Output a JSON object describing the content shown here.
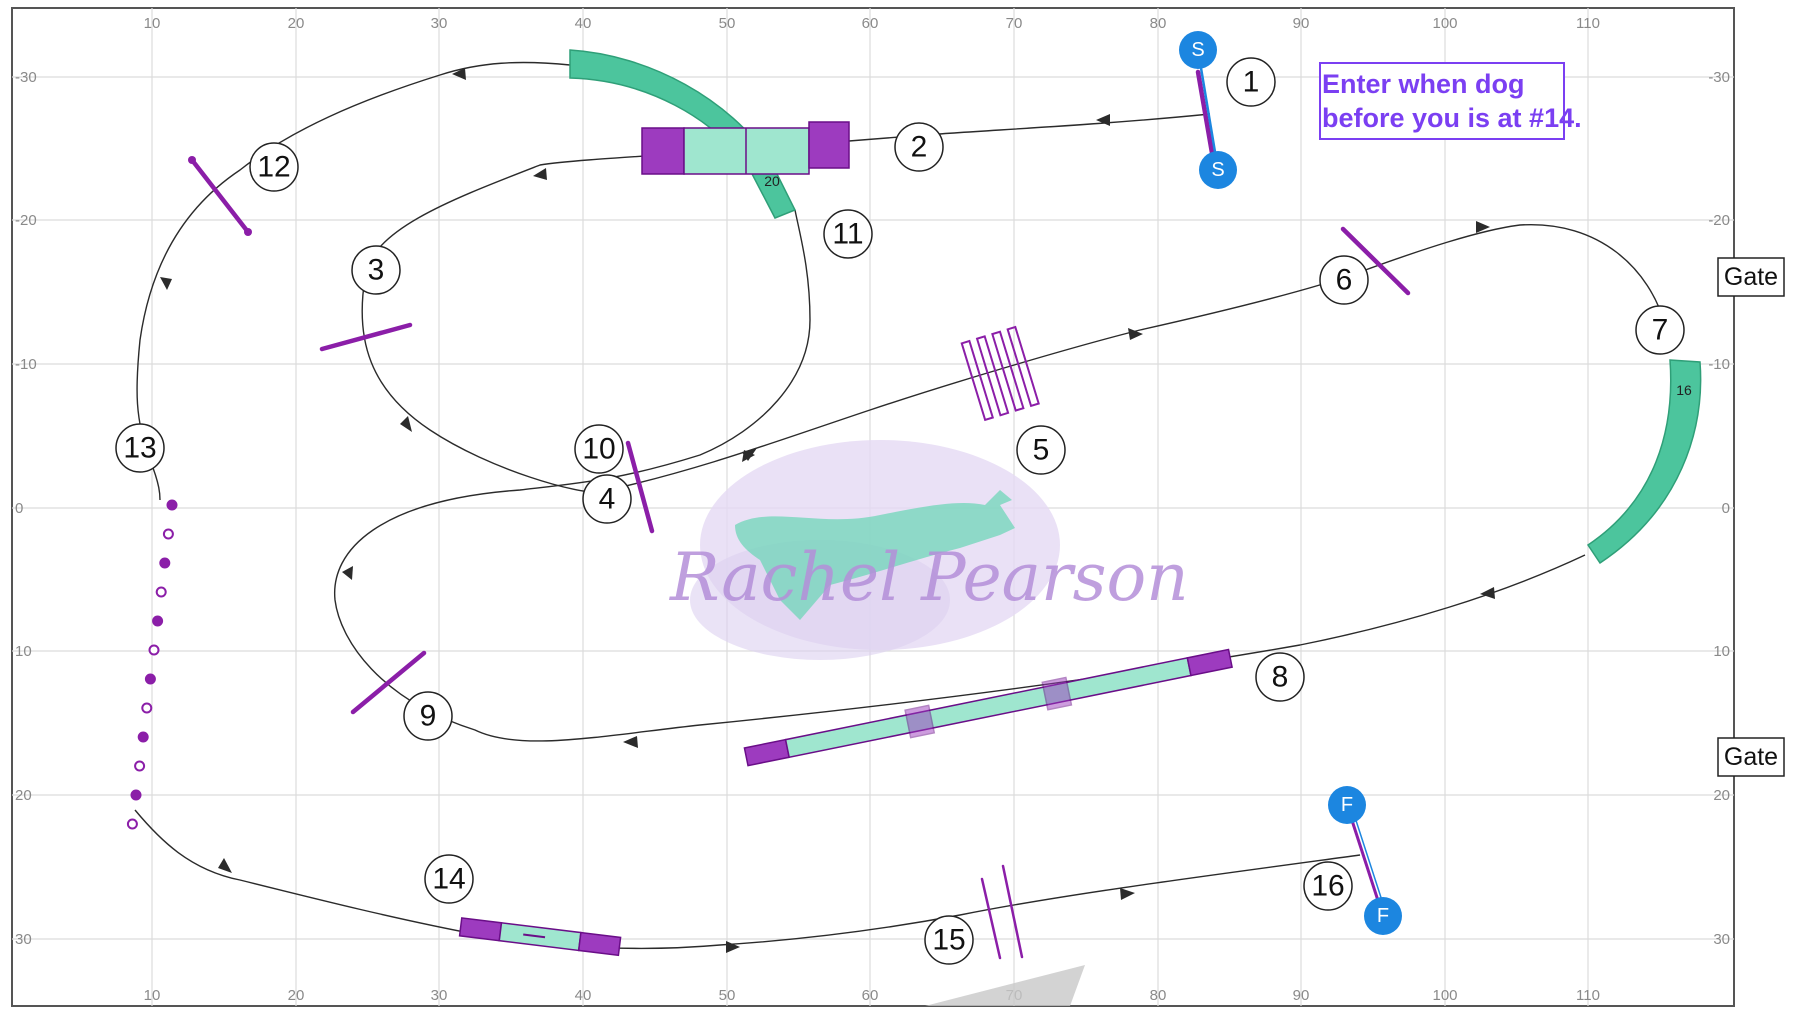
{
  "axis": {
    "x_ticks": [
      "10",
      "20",
      "30",
      "40",
      "50",
      "60",
      "70",
      "80",
      "90",
      "100",
      "110"
    ],
    "y_left_ticks": [
      "-30",
      "-20",
      "-10",
      "0",
      "10",
      "20",
      "30"
    ],
    "y_right_ticks": [
      "-30",
      "-20",
      "-10",
      "0",
      "10",
      "20",
      "30"
    ]
  },
  "numbers": [
    "1",
    "2",
    "3",
    "4",
    "5",
    "6",
    "7",
    "8",
    "9",
    "10",
    "11",
    "12",
    "13",
    "14",
    "15",
    "16"
  ],
  "markers": {
    "start": "S",
    "finish": "F"
  },
  "note": {
    "line1": "Enter when dog",
    "line2": "before you is at #14."
  },
  "gates": {
    "top": "Gate",
    "bottom": "Gate"
  },
  "tunnel_labels": {
    "top": "20",
    "right": "16"
  },
  "watermark": "Rachel Pearson",
  "colors": {
    "tunnel": "#4cc59d",
    "contact": "#9d3bbf",
    "jump": "#8b1ea8",
    "marker": "#1c86e0",
    "note": "#7b3ff2"
  }
}
